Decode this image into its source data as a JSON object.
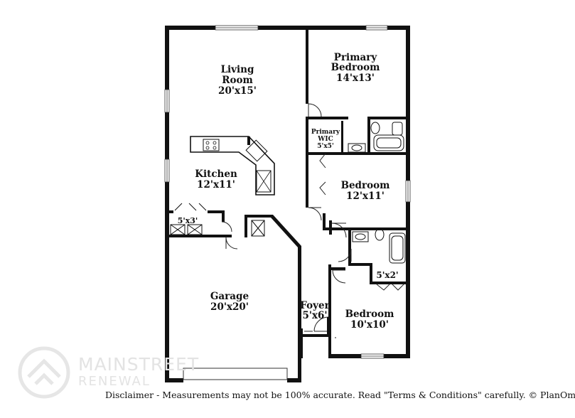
{
  "rooms": {
    "living": {
      "name_line1": "Living",
      "name_line2": "Room",
      "dims": "20'x15'"
    },
    "primary_bedroom": {
      "name_line1": "Primary",
      "name_line2": "Bedroom",
      "dims": "14'x13'"
    },
    "primary_wic": {
      "name_line1": "Primary",
      "name_line2": "WIC",
      "dims": "5'x5'"
    },
    "kitchen": {
      "name": "Kitchen",
      "dims": "12'x11'"
    },
    "bedroom_2": {
      "name": "Bedroom",
      "dims": "12'x11'"
    },
    "laundry": {
      "dims": "5'x3'"
    },
    "garage": {
      "name": "Garage",
      "dims": "20'x20'"
    },
    "foyer": {
      "name": "Foyer",
      "dims": "5'x6'"
    },
    "closet": {
      "dims": "5'x2'"
    },
    "bedroom_3": {
      "name": "Bedroom",
      "dims": "10'x10'"
    }
  },
  "watermark": {
    "line1": "MAINSTREET",
    "line2": "RENEWAL"
  },
  "disclaimer": "Disclaimer - Measurements may not be 100% accurate. Read \"Terms & Conditions\" carefully. © PlanOmatic",
  "colors": {
    "wall": "#111111",
    "watermark": "#e3e3e3"
  }
}
